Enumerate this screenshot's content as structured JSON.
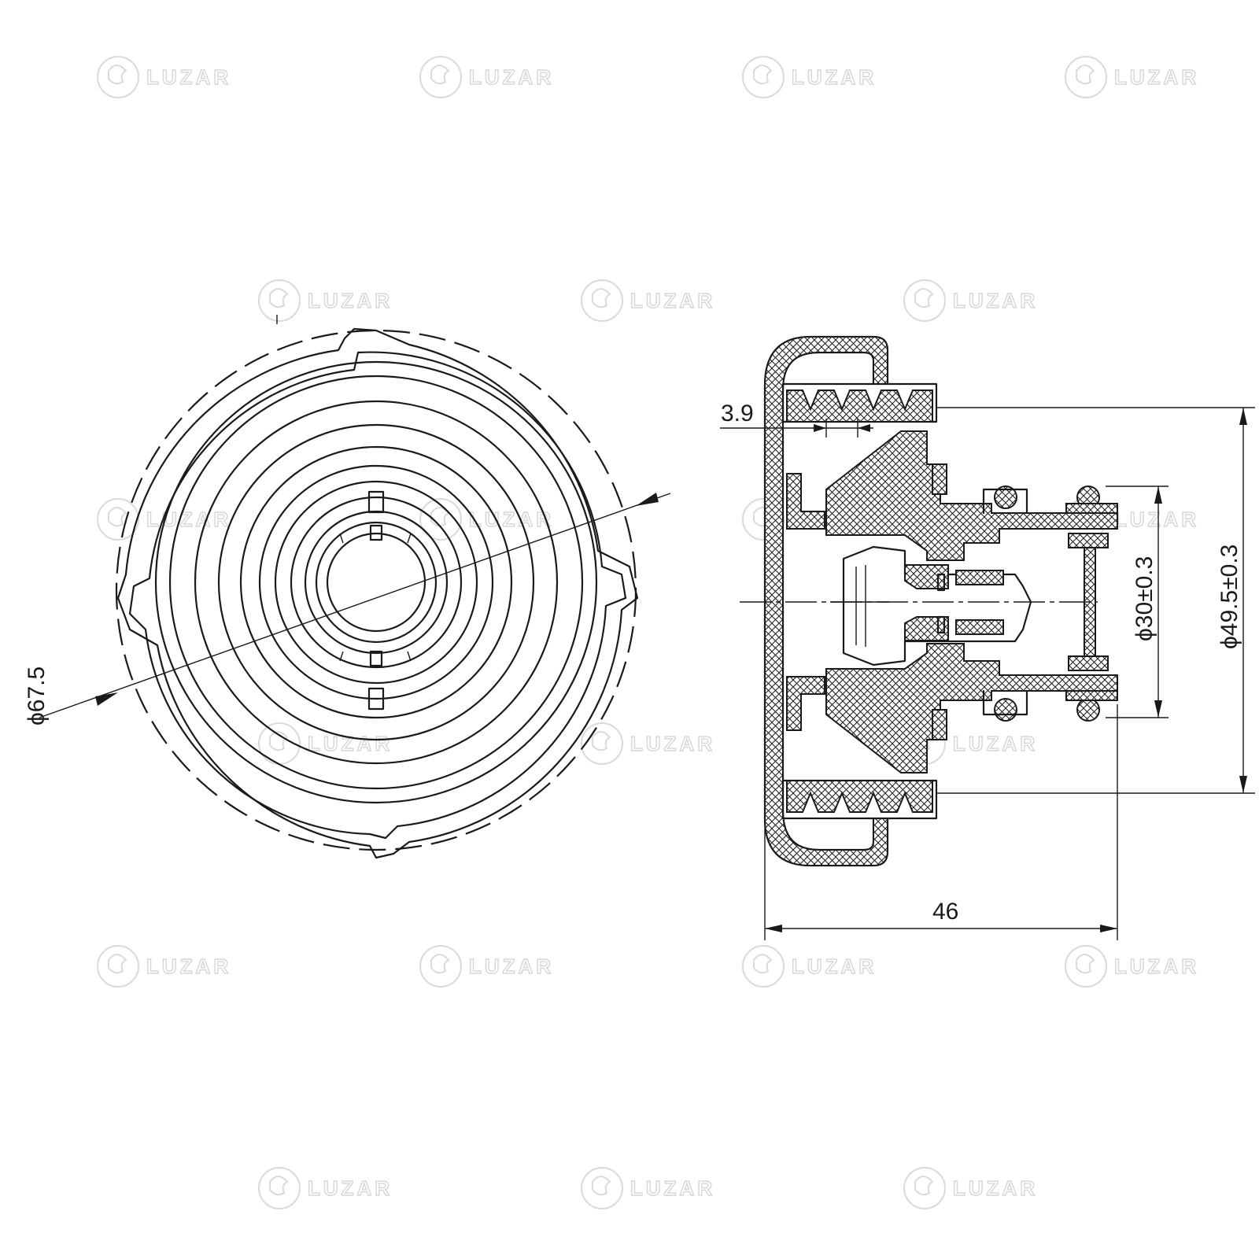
{
  "drawing": {
    "dimensions": {
      "outer_diameter": "ϕ67.5",
      "thread_pitch": "3.9",
      "seal_diameter": "ϕ30±0.3",
      "thread_diameter": "ϕ49.5±0.3",
      "overall_height": "46"
    },
    "watermark": {
      "brand": "LUZAR",
      "icon": "dragon-logo-icon"
    },
    "colors": {
      "line": "#1a1a1a",
      "watermark": "#d6d6d6",
      "background": "#ffffff"
    }
  }
}
